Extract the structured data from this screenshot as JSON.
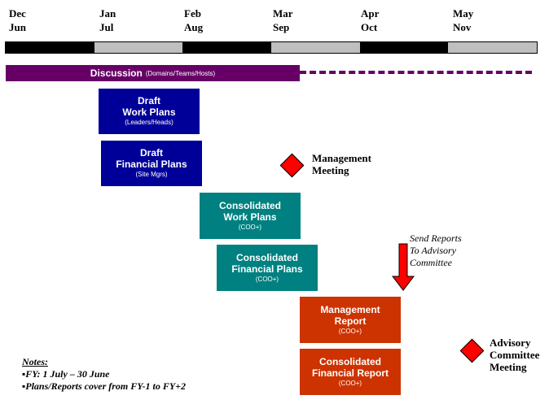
{
  "timeline": {
    "months": [
      {
        "top": "Dec",
        "bottom": "Jun"
      },
      {
        "top": "Jan",
        "bottom": "Jul"
      },
      {
        "top": "Feb",
        "bottom": "Aug"
      },
      {
        "top": "Mar",
        "bottom": "Sep"
      },
      {
        "top": "Apr",
        "bottom": "Oct"
      },
      {
        "top": "May",
        "bottom": "Nov"
      }
    ]
  },
  "discussion": {
    "label": "Discussion",
    "sub": "(Domains/Teams/Hosts)",
    "color": "#660066"
  },
  "tasks": [
    {
      "title1": "Draft",
      "title2": "Work Plans",
      "sub": "(Leaders/Heads)",
      "color": "#000099"
    },
    {
      "title1": "Draft",
      "title2": "Financial Plans",
      "sub": "(Site Mgrs)",
      "color": "#000099"
    },
    {
      "title1": "Consolidated",
      "title2": "Work Plans",
      "sub": "(COO+)",
      "color": "#008080"
    },
    {
      "title1": "Consolidated",
      "title2": "Financial Plans",
      "sub": "(COO+)",
      "color": "#008080"
    },
    {
      "title1": "Management",
      "title2": "Report",
      "sub": "(COO+)",
      "color": "#cc3300"
    },
    {
      "title1": "Consolidated",
      "title2": "Financial Report",
      "sub": "(COO+)",
      "color": "#cc3300"
    }
  ],
  "milestones": [
    {
      "line1": "Management",
      "line2": "Meeting"
    },
    {
      "line1": "Advisory",
      "line2": "Committee",
      "line3": "Meeting"
    }
  ],
  "send_reports": {
    "line1": "Send Reports",
    "line2": "To Advisory",
    "line3": "Committee"
  },
  "notes": {
    "title": "Notes:",
    "items": [
      "FY: 1 July – 30 June",
      "Plans/Reports cover from FY-1 to FY+2"
    ]
  }
}
